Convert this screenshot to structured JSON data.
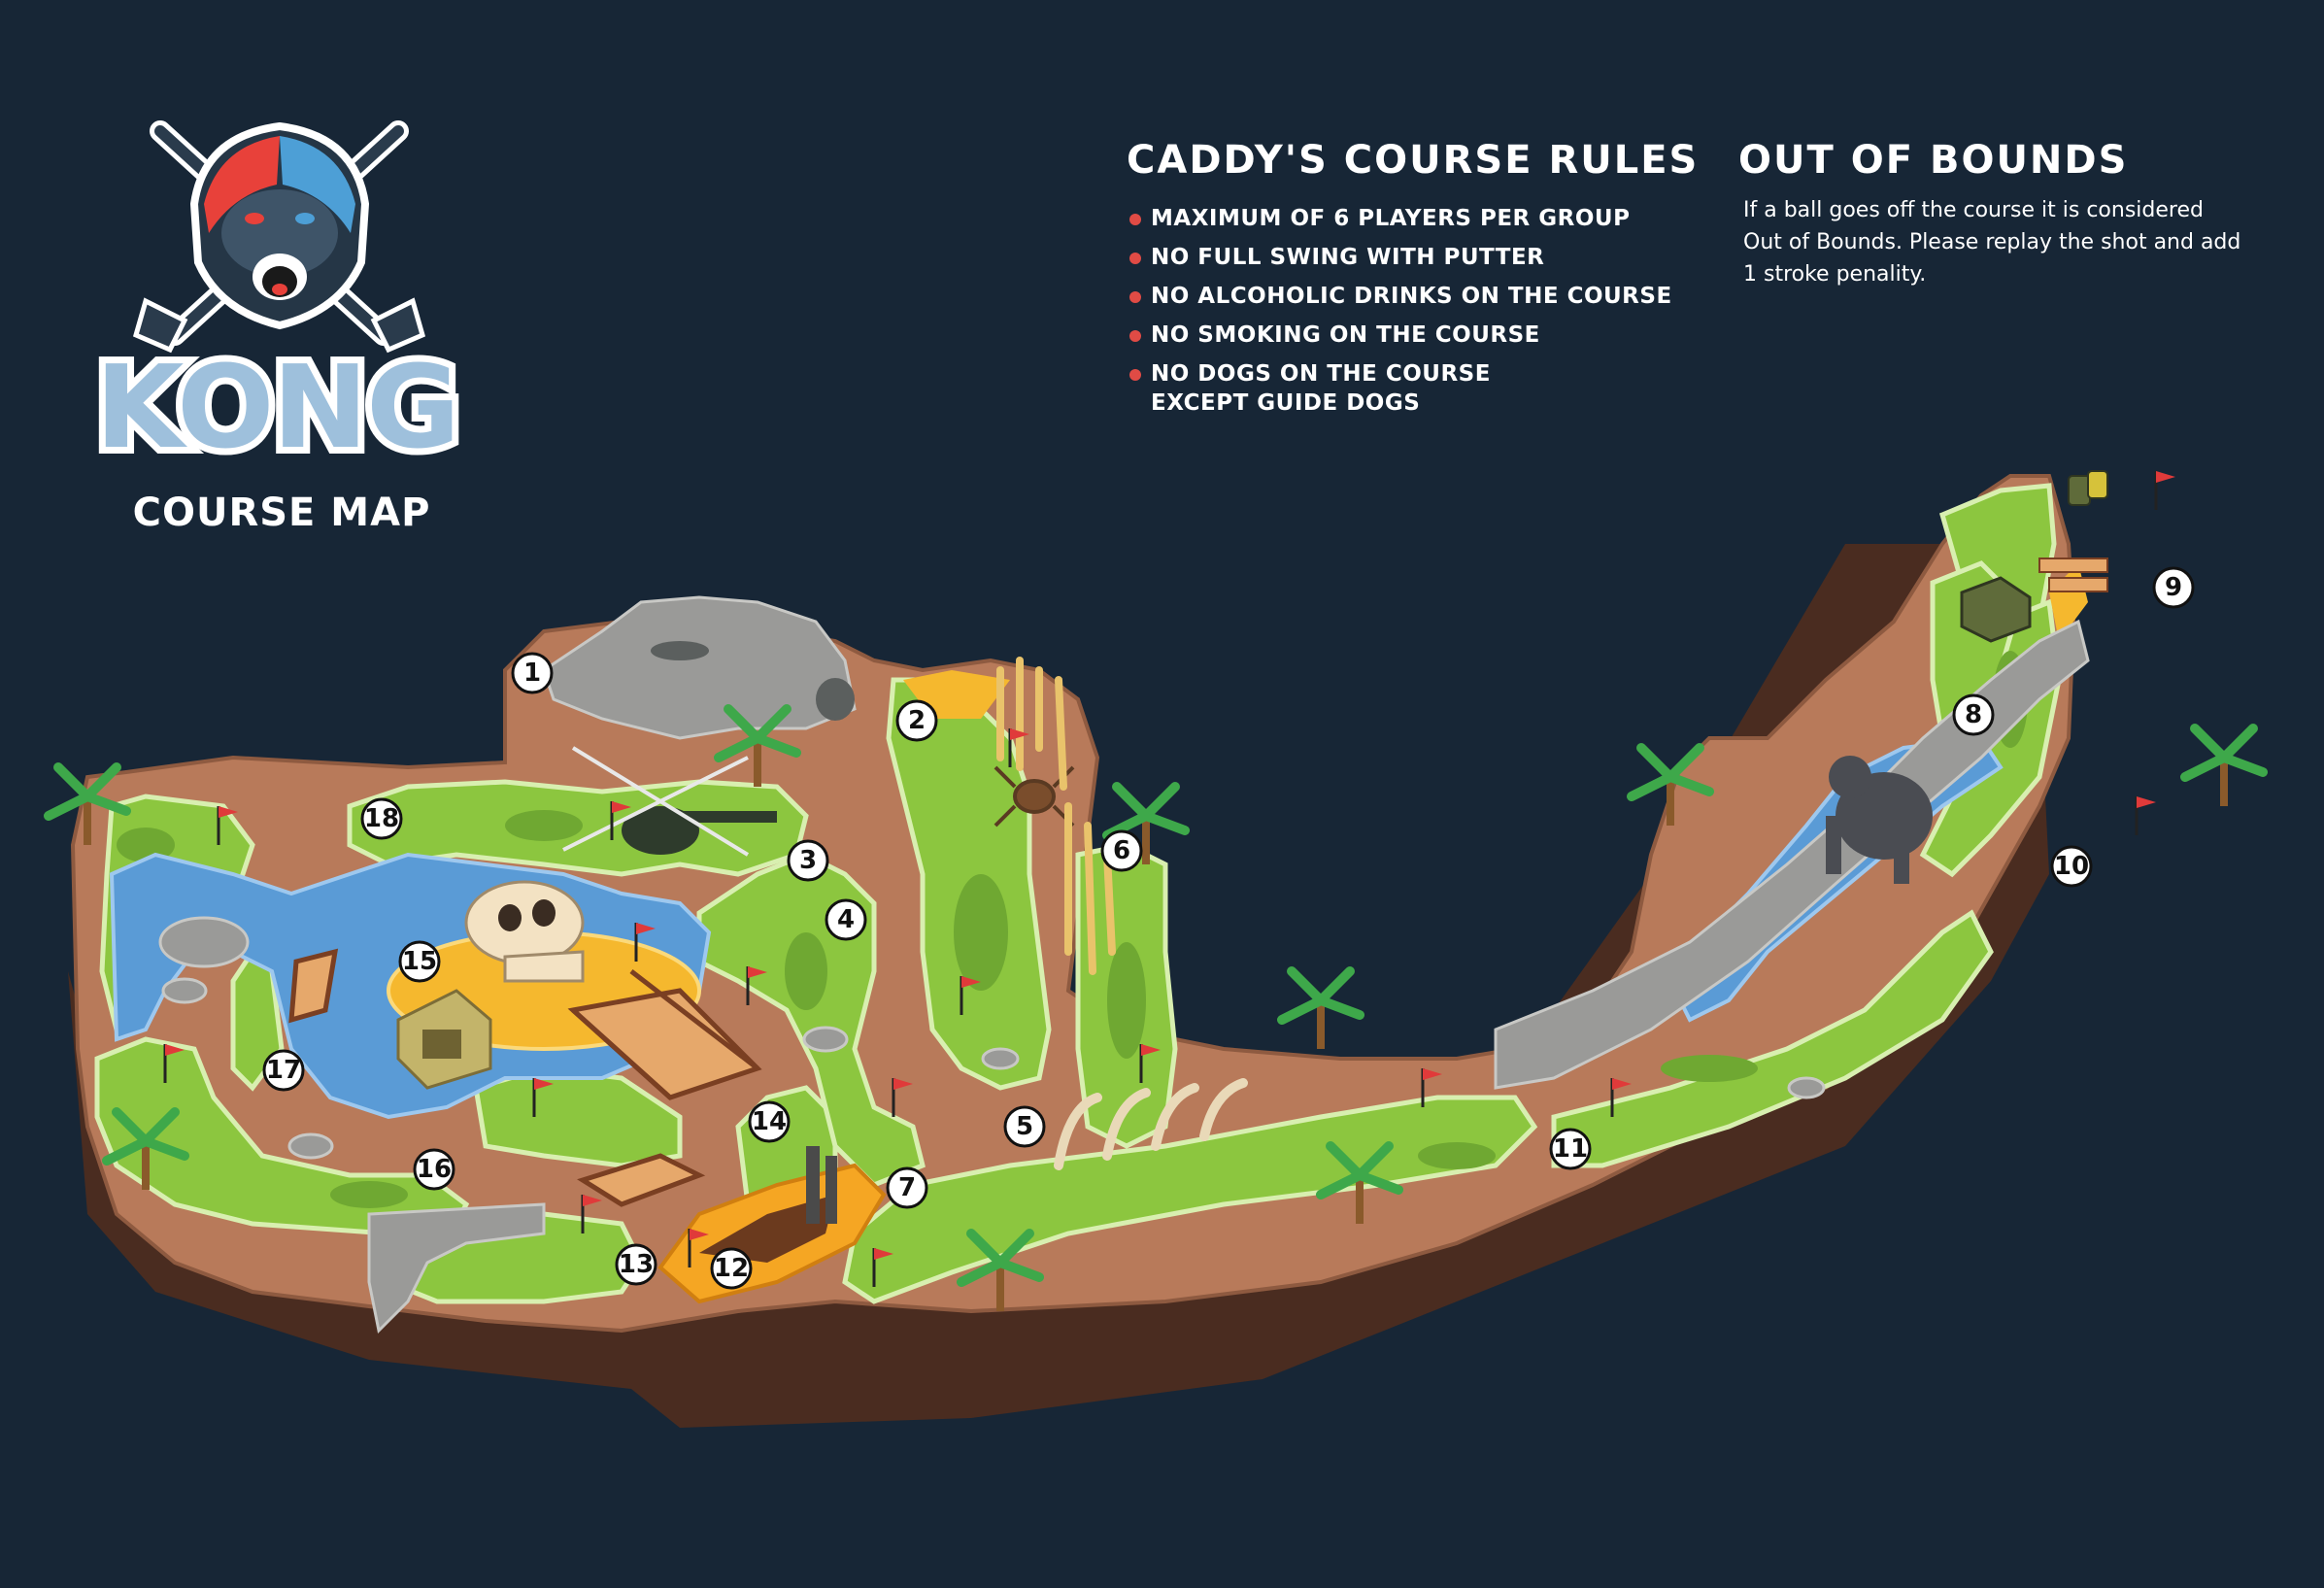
{
  "logo": {
    "title": "KONG",
    "subtitle": "COURSE MAP"
  },
  "rules": {
    "title": "CADDY'S COURSE RULES",
    "items": [
      "MAXIMUM OF 6 PLAYERS PER GROUP",
      "NO FULL SWING WITH PUTTER",
      "NO ALCOHOLIC DRINKS ON THE COURSE",
      "NO SMOKING ON THE COURSE",
      "NO DOGS ON THE COURSE EXCEPT GUIDE DOGS"
    ]
  },
  "out_of_bounds": {
    "title": "OUT OF BOUNDS",
    "text": "If a ball goes off the course it is considered Out of Bounds. Please replay the shot and add 1 stroke penality."
  },
  "holes": [
    "1",
    "2",
    "3",
    "4",
    "5",
    "6",
    "7",
    "8",
    "9",
    "10",
    "11",
    "12",
    "13",
    "14",
    "15",
    "16",
    "17",
    "18"
  ],
  "colors": {
    "background": "#172636",
    "grass": "#8cc63f",
    "grass_dark": "#5f9b2e",
    "dirt": "#b87a5a",
    "dirt_side": "#6b4230",
    "water": "#5a9bd6",
    "sand": "#f5b82e",
    "rock": "#9a9a98",
    "flag": "#e03a3a",
    "bullet": "#e04b45",
    "logo_red": "#e8413a",
    "logo_blue": "#4d9fd6"
  },
  "icons": [
    "gorilla-logo-icon",
    "golf-clubs-icon",
    "flag-icon",
    "palm-tree-icon",
    "helicopter-icon",
    "skull-icon",
    "gorilla-icon",
    "boat-icon",
    "bridge-icon",
    "jeep-icon",
    "barrel-icon",
    "spider-icon",
    "bones-icon",
    "rock-cave-icon",
    "tent-icon"
  ]
}
